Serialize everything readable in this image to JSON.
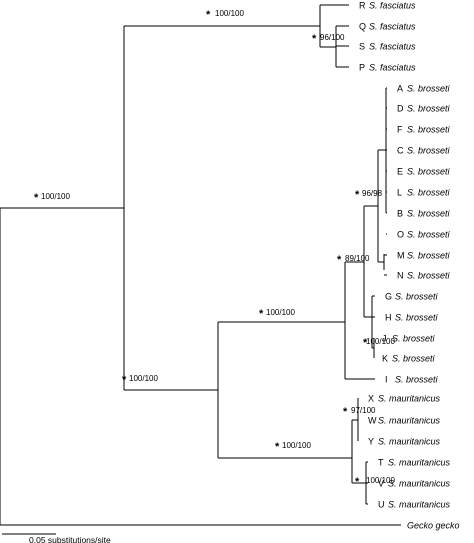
{
  "scale_bar": {
    "label": "0.05 substitutions/site"
  },
  "taxa": [
    {
      "letter": "R",
      "species": "S. fasciatus"
    },
    {
      "letter": "Q",
      "species": "S. fasciatus"
    },
    {
      "letter": "S",
      "species": "S. fasciatus"
    },
    {
      "letter": "P",
      "species": "S. fasciatus"
    },
    {
      "letter": "A",
      "species": "S. brosseti"
    },
    {
      "letter": "D",
      "species": "S. brosseti"
    },
    {
      "letter": "F",
      "species": "S. brosseti"
    },
    {
      "letter": "C",
      "species": "S. brosseti"
    },
    {
      "letter": "E",
      "species": "S. brosseti"
    },
    {
      "letter": "L",
      "species": "S. brosseti"
    },
    {
      "letter": "B",
      "species": "S. brosseti"
    },
    {
      "letter": "O",
      "species": "S. brosseti"
    },
    {
      "letter": "M",
      "species": "S. brosseti"
    },
    {
      "letter": "N",
      "species": "S. brosseti"
    },
    {
      "letter": "G",
      "species": "S. brosseti"
    },
    {
      "letter": "H",
      "species": "S. brosseti"
    },
    {
      "letter": "J",
      "species": "S. brosseti"
    },
    {
      "letter": "K",
      "species": "S. brosseti"
    },
    {
      "letter": "I",
      "species": "S. brosseti"
    },
    {
      "letter": "X",
      "species": "S. mauritanicus"
    },
    {
      "letter": "W",
      "species": "S. mauritanicus"
    },
    {
      "letter": "Y",
      "species": "S. mauritanicus"
    },
    {
      "letter": "T",
      "species": "S. mauritanicus"
    },
    {
      "letter": "V",
      "species": "S. mauritanicus"
    },
    {
      "letter": "U",
      "species": "S. mauritanicus"
    },
    {
      "letter": "",
      "species": "Gecko gecko"
    }
  ],
  "support_values": [
    {
      "star": "*",
      "value": "100/100"
    },
    {
      "star": "*",
      "value": "96/100"
    },
    {
      "star": "*",
      "value": "100/100"
    },
    {
      "star": "*",
      "value": "96/98"
    },
    {
      "star": "*",
      "value": "89/100"
    },
    {
      "star": "*",
      "value": "100/100"
    },
    {
      "star": "*",
      "value": "100/100"
    },
    {
      "star": "*",
      "value": "100/100"
    },
    {
      "star": "*",
      "value": "97/100"
    },
    {
      "star": "*",
      "value": "100/100"
    },
    {
      "star": "*",
      "value": "100/100"
    }
  ]
}
